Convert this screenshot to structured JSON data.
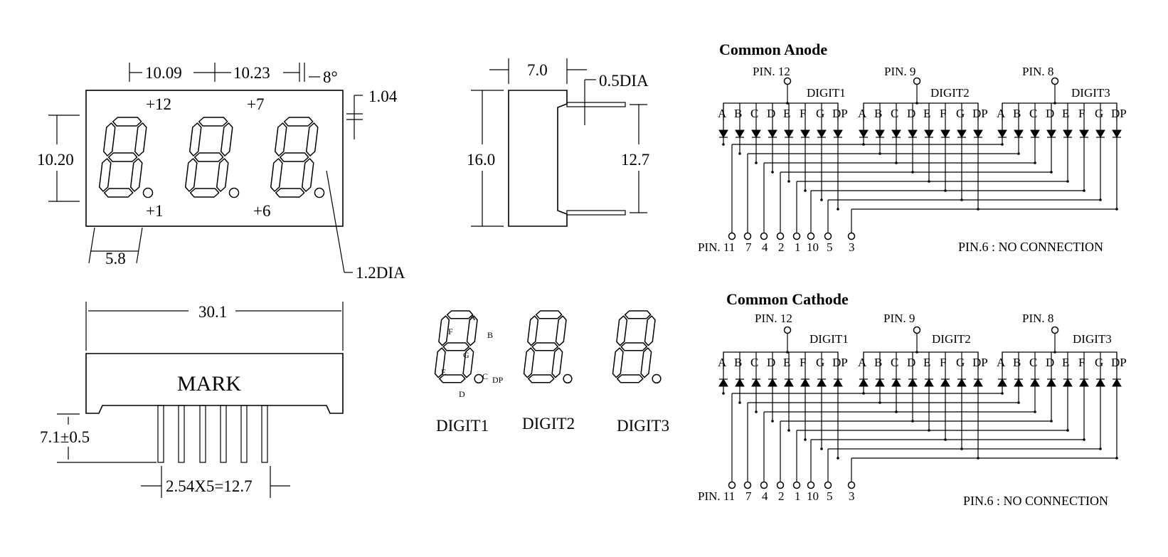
{
  "dimensions": {
    "top_10_09": "10.09",
    "top_10_23": "10.23",
    "angle": "8°",
    "dim_1_04": "1.04",
    "height_10_20": "10.20",
    "pitch_5_8": "5.8",
    "dp_dia": "1.2DIA",
    "width_30_1": "30.1",
    "pin_len": "7.1±0.5",
    "pin_pitch": "2.54X5=12.7",
    "side_7_0": "7.0",
    "pin_dia": "0.5DIA",
    "side_16_0": "16.0",
    "side_12_7": "12.7",
    "mark_label": "MARK"
  },
  "pin_tags": {
    "p12": "+12",
    "p7": "+7",
    "p1": "+1",
    "p6": "+6"
  },
  "segment_labels": {
    "a": "A",
    "b": "B",
    "c": "C",
    "d": "D",
    "e": "E",
    "f": "F",
    "g": "G",
    "dp": "DP"
  },
  "digit_names": [
    "DIGIT1",
    "DIGIT2",
    "DIGIT3"
  ],
  "schematics": [
    {
      "title": "Common Anode",
      "common_pins": [
        "PIN. 12",
        "PIN. 9",
        "PIN. 8"
      ],
      "digits": [
        "DIGIT1",
        "DIGIT2",
        "DIGIT3"
      ],
      "segments": [
        "A",
        "B",
        "C",
        "D",
        "E",
        "F",
        "G",
        "DP"
      ],
      "bottom_pins": [
        "PIN. 11",
        "7",
        "4",
        "2",
        "1",
        "10",
        "5",
        "3"
      ],
      "note": "PIN.6 : NO CONNECTION"
    },
    {
      "title": "Common Cathode",
      "common_pins": [
        "PIN. 12",
        "PIN. 9",
        "PIN. 8"
      ],
      "digits": [
        "DIGIT1",
        "DIGIT2",
        "DIGIT3"
      ],
      "segments": [
        "A",
        "B",
        "C",
        "D",
        "E",
        "F",
        "G",
        "DP"
      ],
      "bottom_pins": [
        "PIN. 11",
        "7",
        "4",
        "2",
        "1",
        "10",
        "5",
        "3"
      ],
      "note": "PIN.6 : NO CONNECTION"
    }
  ]
}
